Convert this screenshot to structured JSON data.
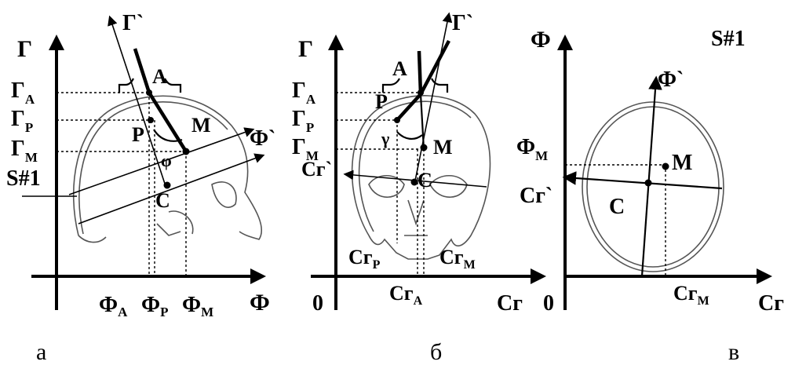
{
  "panels": {
    "a": {
      "caption": "а",
      "axis_y": "Г",
      "axis_x": "Ф",
      "rot_y": "Г`",
      "rot_x": "Ф`",
      "label_GA": "Г",
      "sub_GA": "А",
      "label_GP": "Г",
      "sub_GP": "Р",
      "label_GM": "Г",
      "sub_GM": "М",
      "label_S": "S#1",
      "point_A": "A",
      "point_P": "P",
      "point_M": "M",
      "point_C": "C",
      "angle": "φ",
      "label_FA": "Ф",
      "sub_FA": "А",
      "label_FP": "Ф",
      "sub_FP": "Р",
      "label_FM": "Ф",
      "sub_FM": "М"
    },
    "b": {
      "caption": "б",
      "axis_y": "Г",
      "axis_x": "Сг",
      "origin": "0",
      "rot_y": "Г`",
      "rot_x": "Сг`",
      "label_GA": "Г",
      "sub_GA": "А",
      "label_GP": "Г",
      "sub_GP": "Р",
      "label_GM": "Г",
      "sub_GM": "М",
      "point_A": "A",
      "point_P": "P",
      "point_M": "M",
      "point_C": "C",
      "angle": "γ",
      "label_CgP": "Сг",
      "sub_CgP": "Р",
      "label_CgM": "Сг",
      "sub_CgM": "М",
      "label_CgA": "Сг",
      "sub_CgA": "А"
    },
    "c": {
      "caption": "в",
      "axis_y": "Ф",
      "axis_x": "Сг",
      "origin": "0",
      "rot_y": "Ф`",
      "rot_x": "Сг`",
      "label_S": "S#1",
      "label_FM": "Ф",
      "sub_FM": "М",
      "point_M": "M",
      "point_C": "C",
      "label_CgM": "Сг",
      "sub_CgM": "М"
    }
  }
}
